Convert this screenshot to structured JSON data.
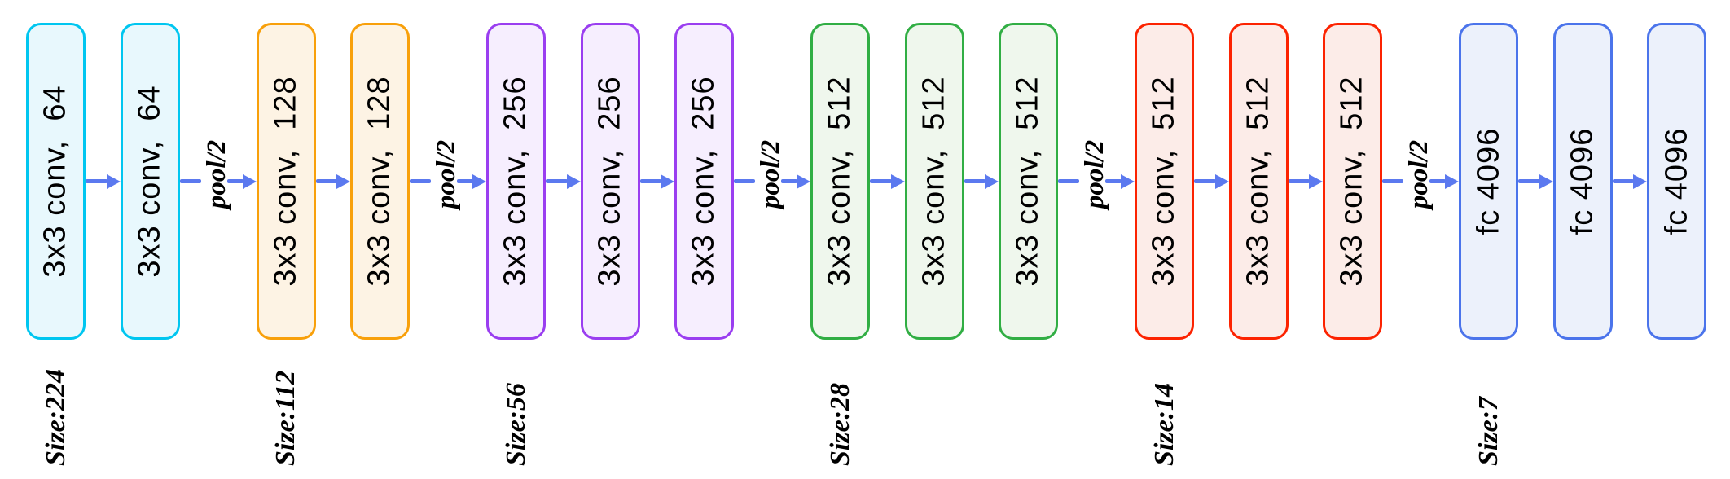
{
  "diagram": {
    "title": "vgg16-convnet-architecture",
    "background_color": "#ffffff",
    "arrow_color": "#5b79ef",
    "text_color": "#000000",
    "pool_label": "pool/2",
    "groups": [
      {
        "size_label": "Size:224",
        "border": "#00c6f0",
        "fill": "#e8f8fd",
        "boxes": [
          "3x3 conv,  64",
          "3x3 conv,  64"
        ]
      },
      {
        "size_label": "Size:112",
        "border": "#f8a00b",
        "fill": "#fdf3e4",
        "boxes": [
          "3x3 conv,  128",
          "3x3 conv,  128"
        ]
      },
      {
        "size_label": "Size:56",
        "border": "#9a3ef0",
        "fill": "#f6eefe",
        "boxes": [
          "3x3 conv,  256",
          "3x3 conv,  256",
          "3x3 conv,  256"
        ]
      },
      {
        "size_label": "Size:28",
        "border": "#31ae44",
        "fill": "#eff7ed",
        "boxes": [
          "3x3 conv,  512",
          "3x3 conv,  512",
          "3x3 conv,  512"
        ]
      },
      {
        "size_label": "Size:14",
        "border": "#fc2301",
        "fill": "#fcece8",
        "boxes": [
          "3x3 conv,  512",
          "3x3 conv,  512",
          "3x3 conv,  512"
        ]
      },
      {
        "size_label": "Size:7",
        "border": "#4b74eb",
        "fill": "#ecf1fb",
        "boxes": [
          "fc 4096",
          "fc 4096",
          "fc 4096"
        ]
      }
    ]
  }
}
